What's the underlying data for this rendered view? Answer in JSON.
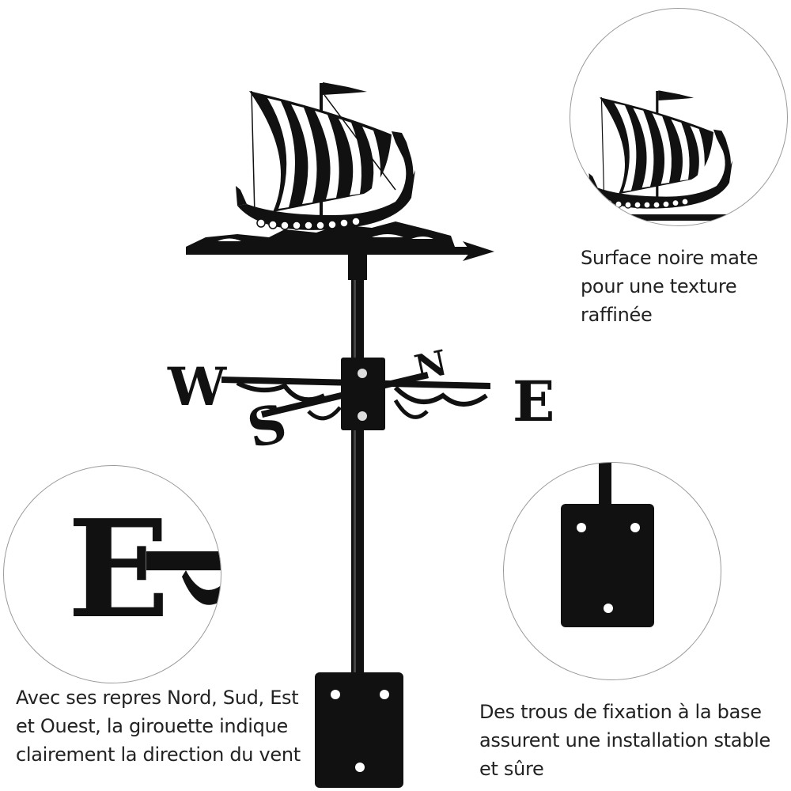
{
  "product": {
    "compass": {
      "west": "W",
      "east": "E",
      "north": "N",
      "south": "S"
    }
  },
  "callouts": {
    "surface": {
      "lines": [
        "Surface noire mate",
        "pour une texture",
        "raffinée"
      ]
    },
    "directions": {
      "lines": [
        "Avec ses repres Nord, Sud, Est",
        "et Ouest, la girouette indique",
        "clairement la direction du vent"
      ]
    },
    "mounting": {
      "lines": [
        "Des trous de fixation à la base",
        "assurent une installation stable",
        "et sûre"
      ]
    }
  },
  "colors": {
    "metal": "#111111",
    "circle_border": "#9a9a9a",
    "text": "#222222"
  }
}
